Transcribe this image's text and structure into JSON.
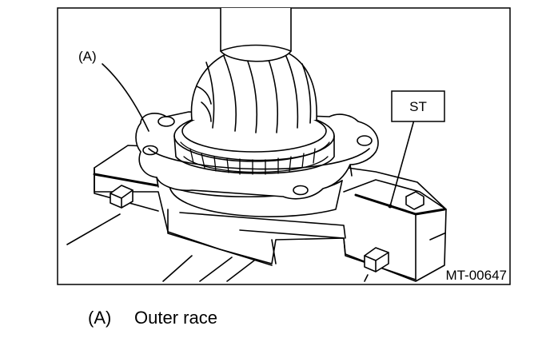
{
  "figure": {
    "id_label": "MT-00647",
    "callouts": {
      "a_label": "(A)",
      "st_label": "ST"
    },
    "colors": {
      "line": "#000000",
      "background": "#ffffff"
    }
  },
  "legend": {
    "items": [
      {
        "key": "(A)",
        "text": "Outer race"
      }
    ]
  }
}
